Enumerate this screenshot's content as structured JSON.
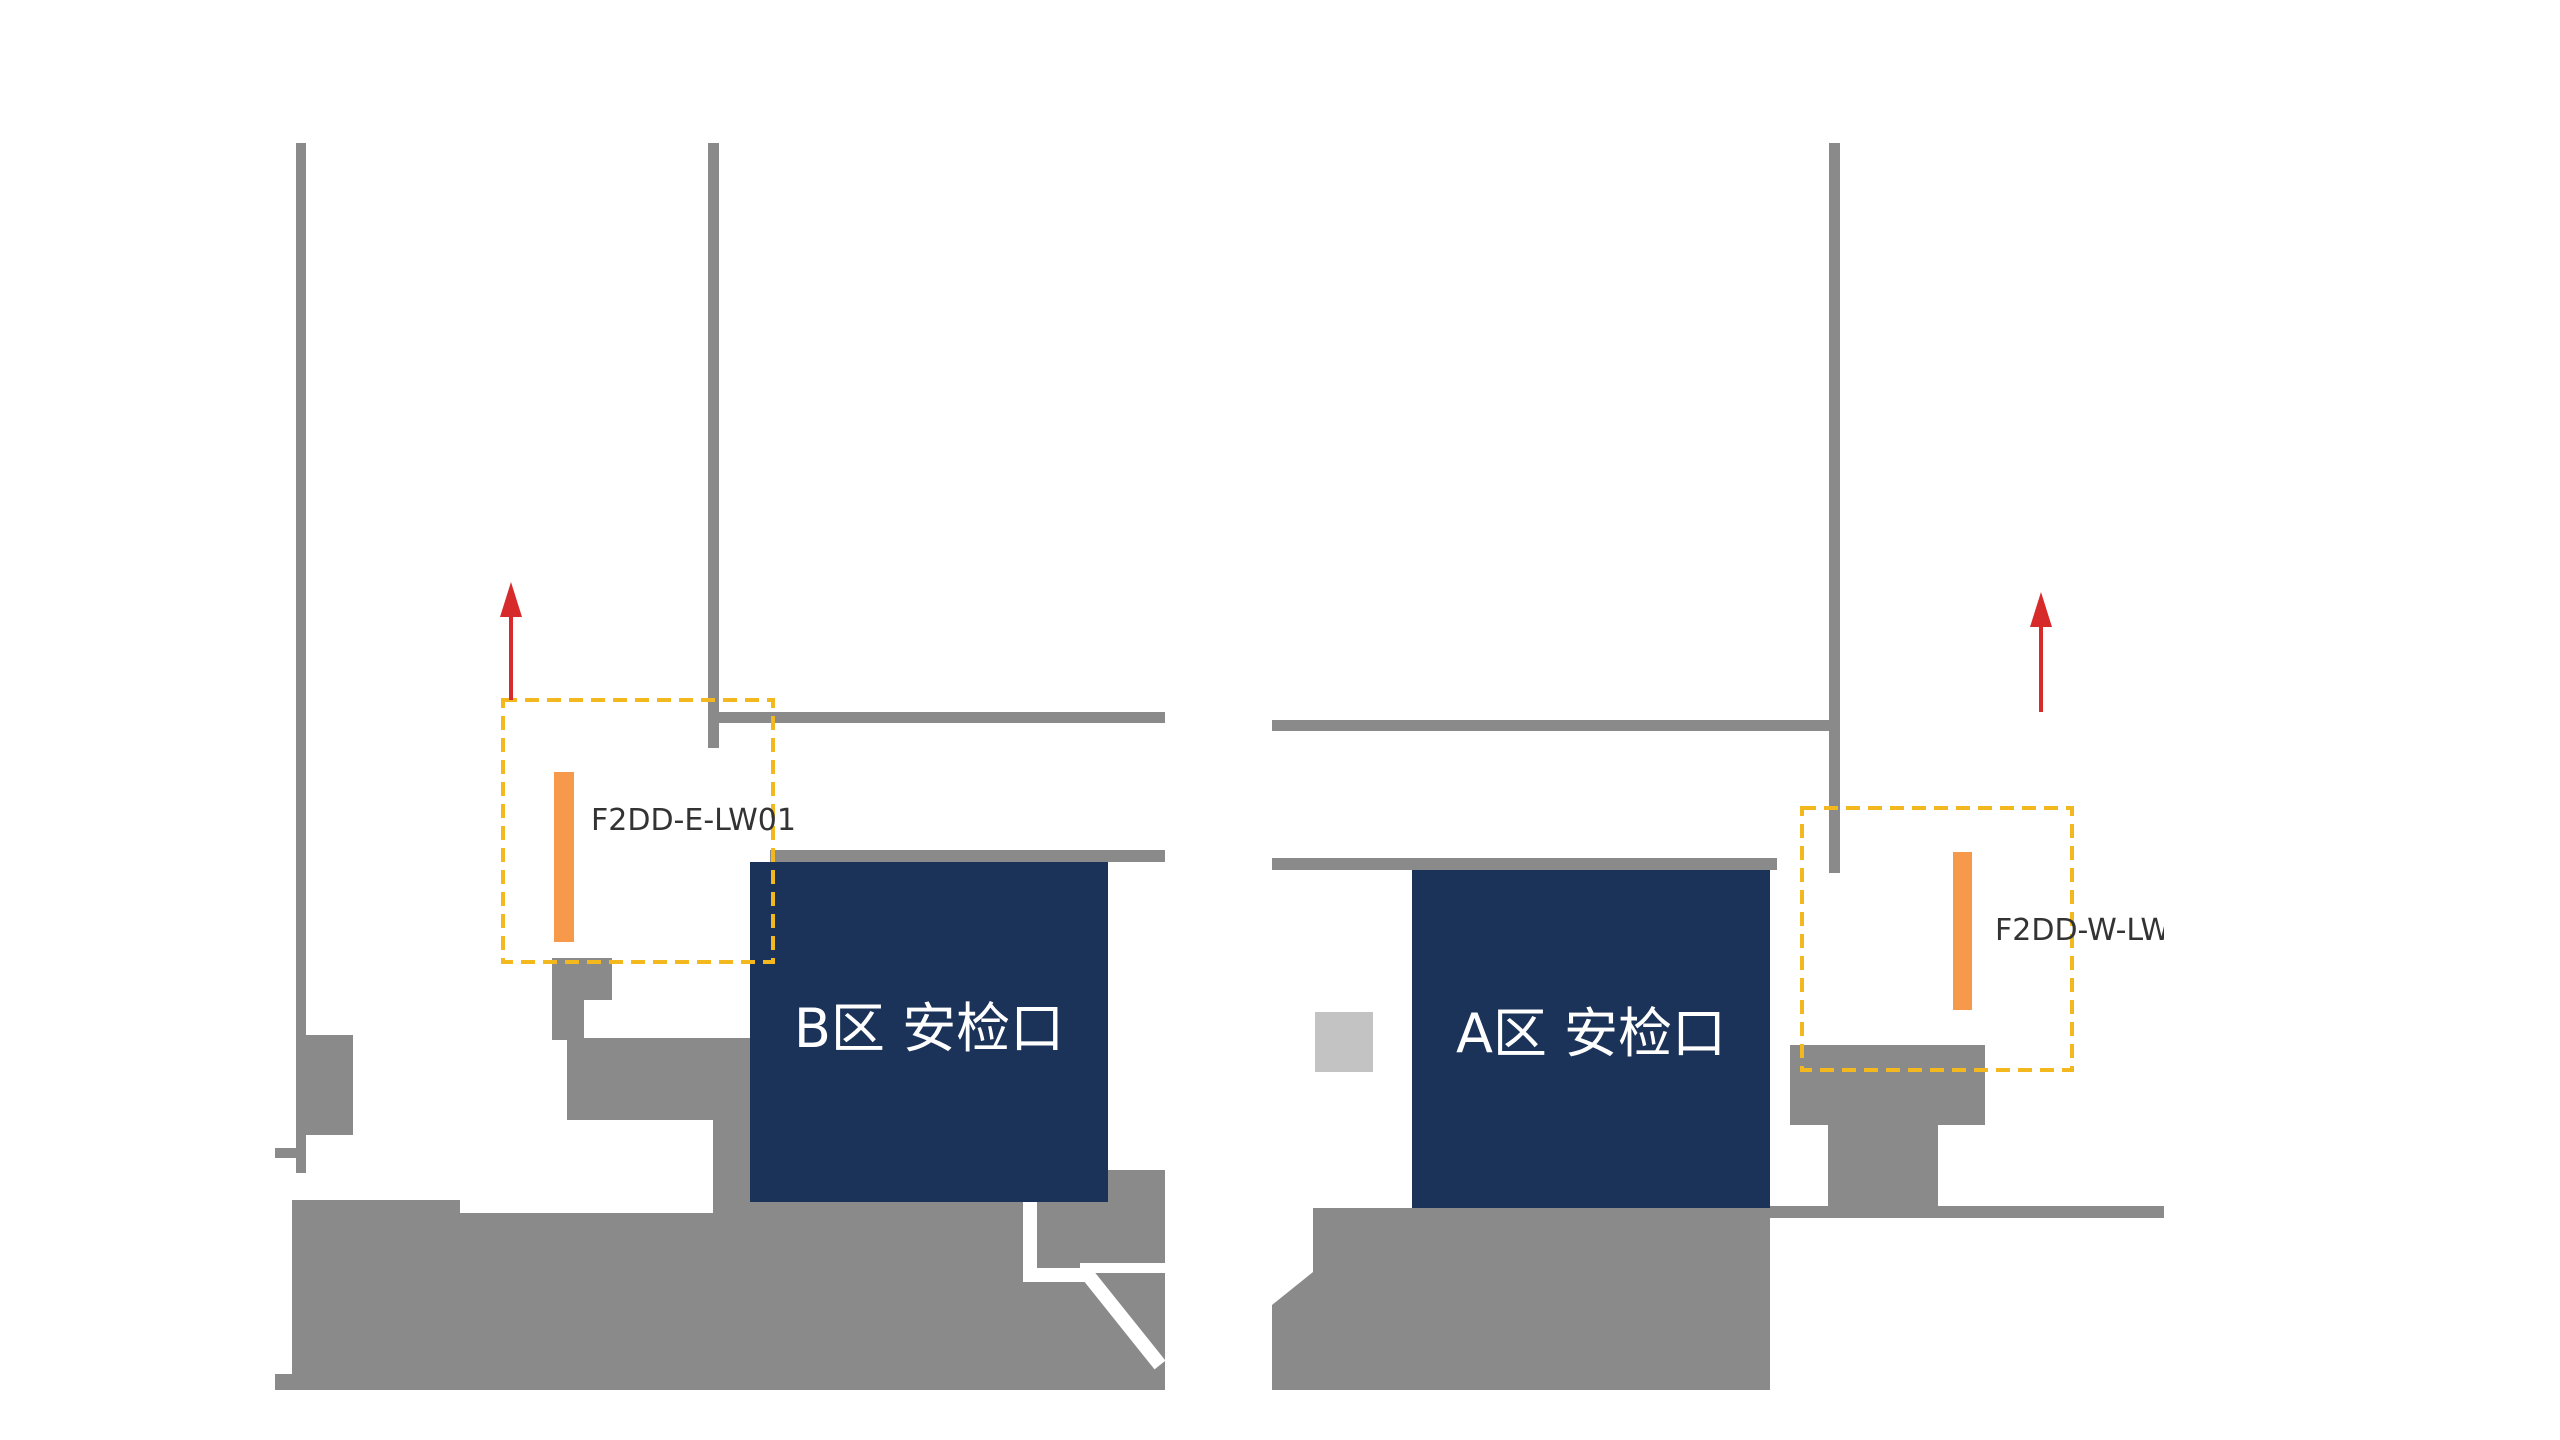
{
  "colors": {
    "wall": "#8a8a8a",
    "zone_fill": "#1b3259",
    "zone_text": "#ffffff",
    "highlight_border": "#f2b81d",
    "marker": "#f7994a",
    "arrow": "#d72a2a",
    "minor_block": "#c3c3c3"
  },
  "left_panel": {
    "zone_label": "B区 安检口",
    "marker_label": "F2DD-E-LW01",
    "arrow": "direction-up-arrow"
  },
  "right_panel": {
    "zone_label": "A区 安检口",
    "marker_label": "F2DD-W-LW",
    "arrow": "direction-up-arrow"
  }
}
